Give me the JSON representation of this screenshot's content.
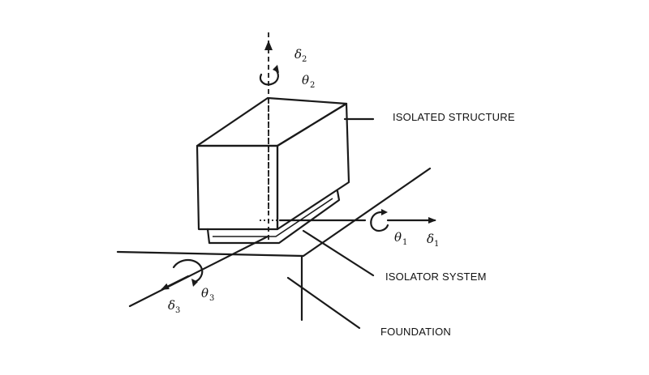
{
  "labels": {
    "isolated_structure": "ISOLATED STRUCTURE",
    "isolator_system": "ISOLATOR SYSTEM",
    "foundation": "FOUNDATION"
  },
  "symbols": {
    "delta1": {
      "base": "δ",
      "sub": "1"
    },
    "theta1": {
      "base": "θ",
      "sub": "1"
    },
    "delta2": {
      "base": "δ",
      "sub": "2"
    },
    "theta2": {
      "base": "θ",
      "sub": "2"
    },
    "delta3": {
      "base": "δ",
      "sub": "3"
    },
    "theta3": {
      "base": "θ",
      "sub": "3"
    }
  }
}
